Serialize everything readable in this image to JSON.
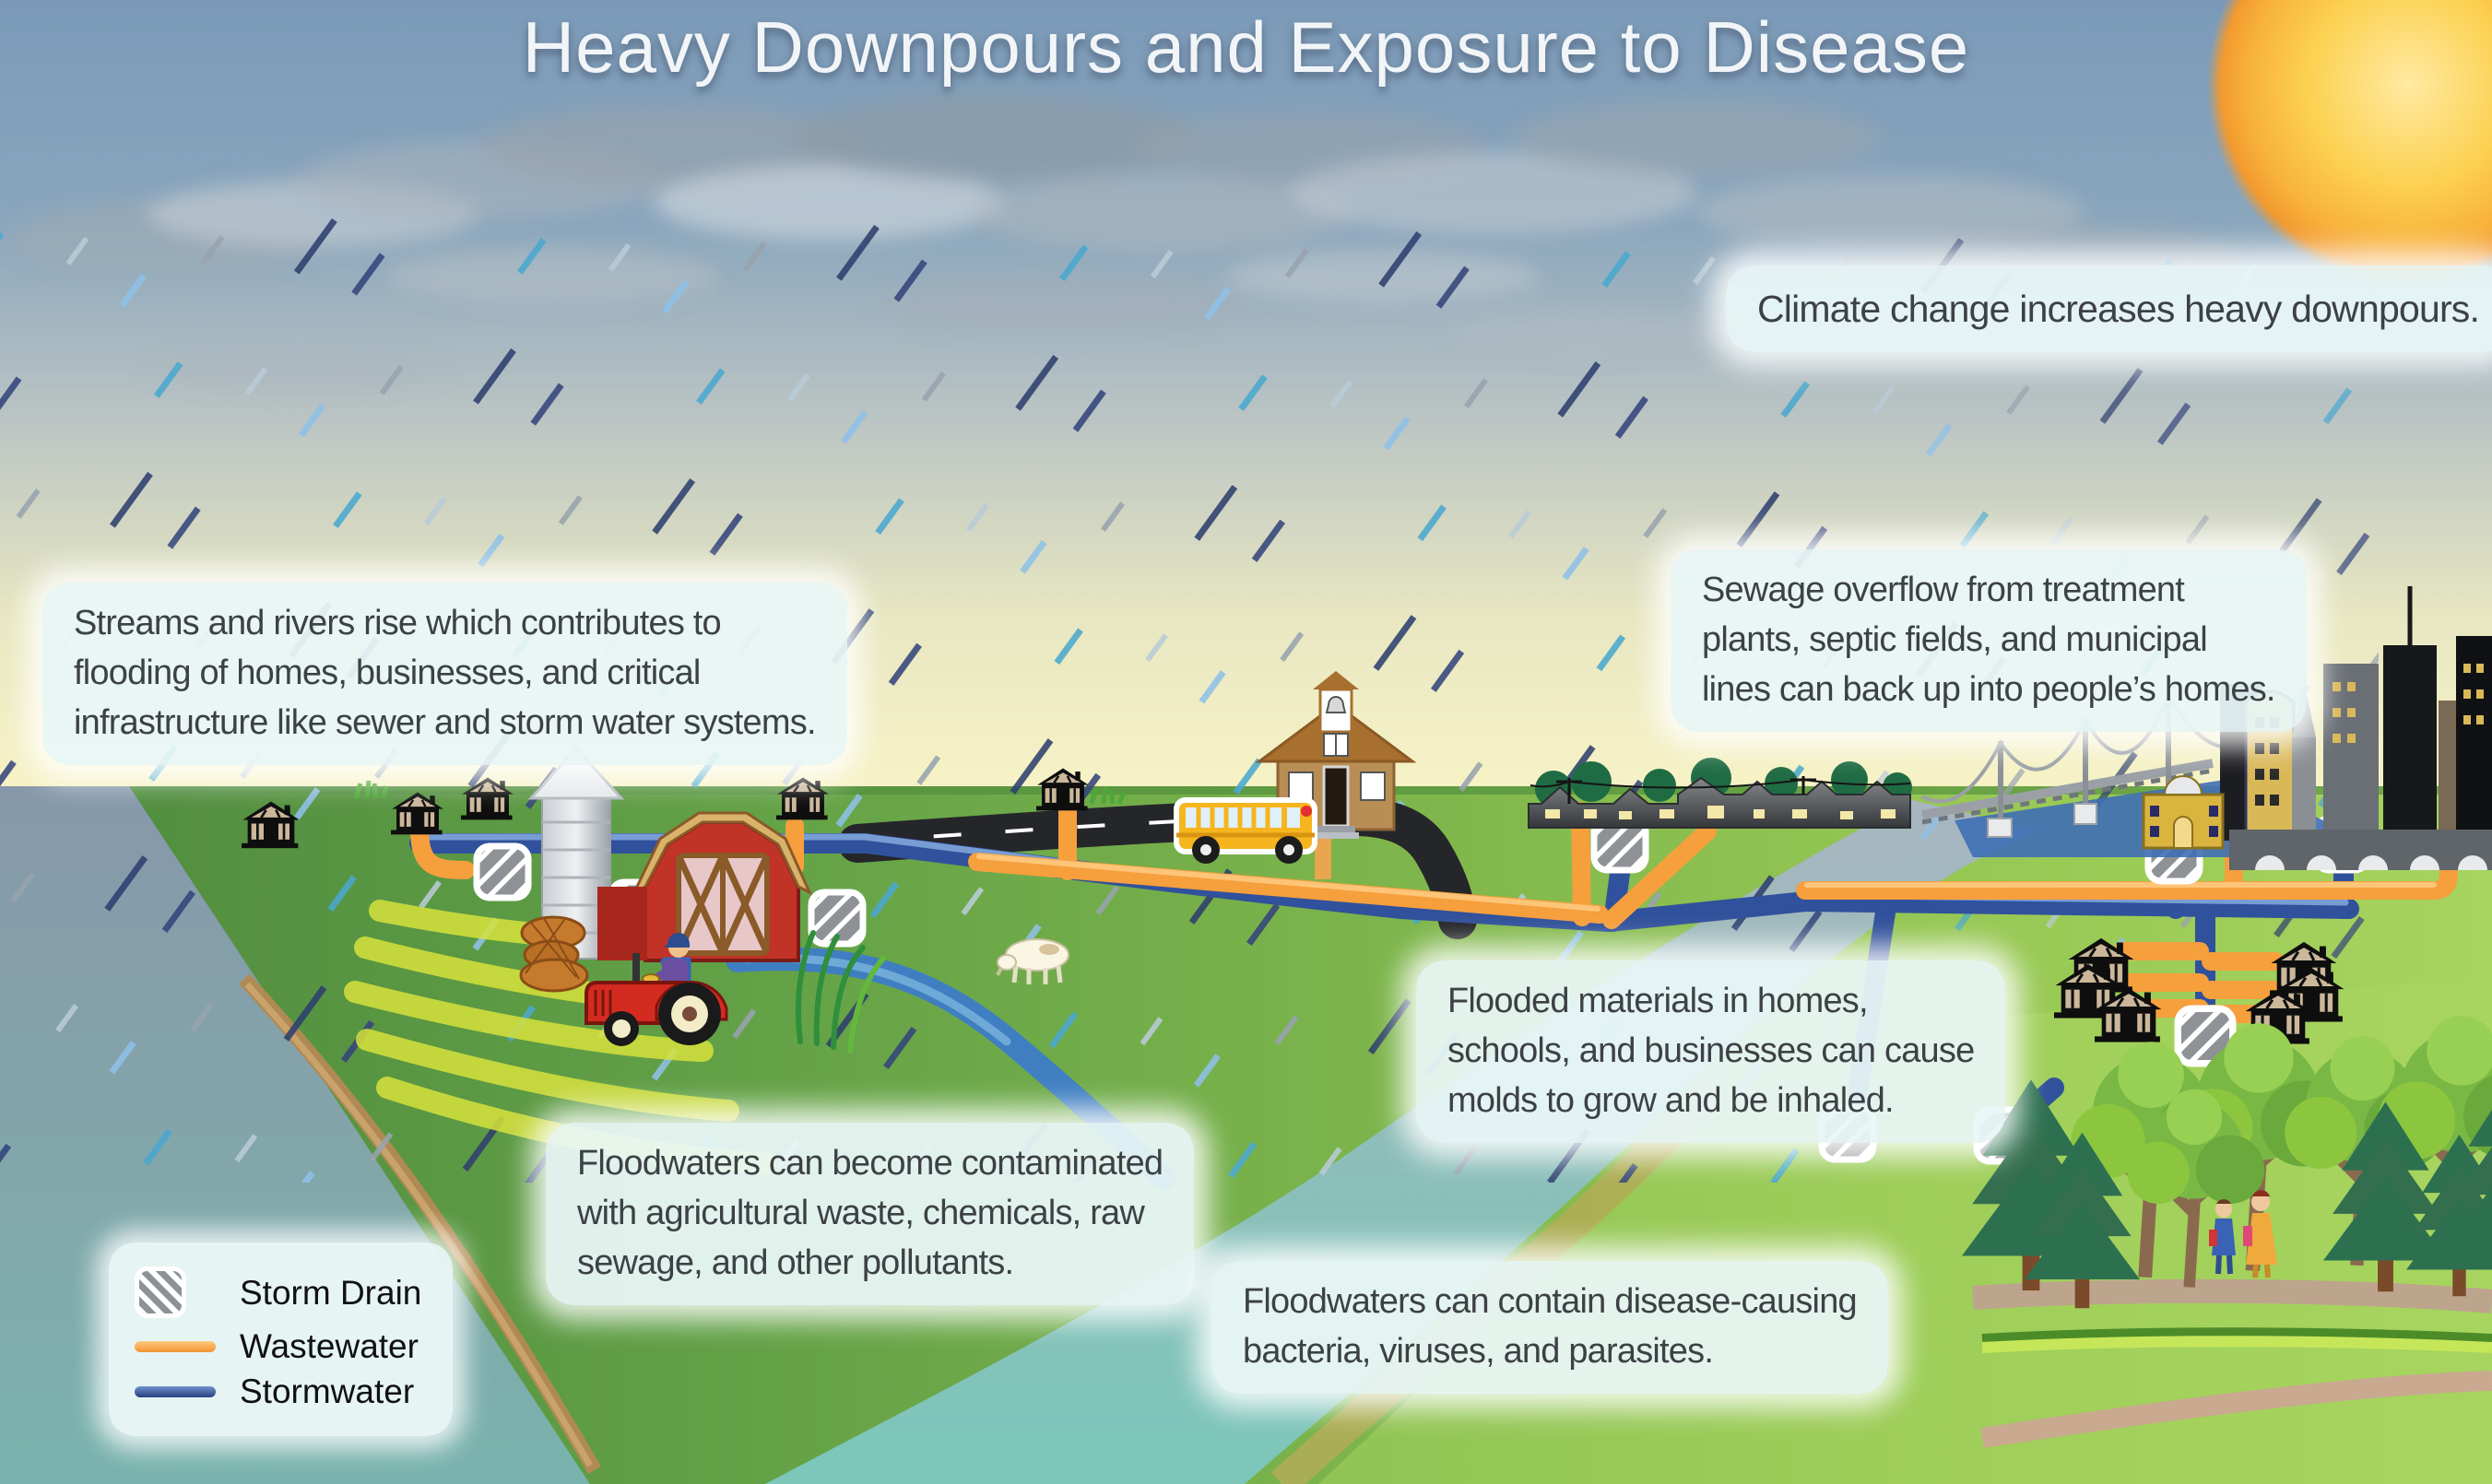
{
  "title": "Heavy Downpours and Exposure to Disease",
  "callouts": {
    "climate": "Climate change increases heavy downpours.",
    "streams": "Streams and rivers rise which contributes to\nflooding of homes, businesses, and critical\ninfrastructure like sewer and storm water systems.",
    "sewage": "Sewage overflow from treatment\nplants, septic fields, and municipal\nlines can back up into people’s homes.",
    "flooded_materials": "Flooded materials in homes,\nschools, and businesses can cause\nmolds to grow and be inhaled.",
    "contaminated": "Floodwaters can become contaminated\nwith agricultural waste, chemicals, raw\nsewage, and other pollutants.",
    "bacteria": "Floodwaters can contain disease-causing\nbacteria, viruses, and parasites."
  },
  "legend": {
    "items": [
      {
        "icon": "storm-drain-icon",
        "label": "Storm Drain",
        "color": "#8e9296"
      },
      {
        "icon": "wastewater-line",
        "label": "Wastewater",
        "color": "#f69f3d"
      },
      {
        "icon": "stormwater-line",
        "label": "Stormwater",
        "color": "#2e4d8e"
      }
    ]
  },
  "colors": {
    "sky_top": "#7b9ab8",
    "horizon": "#f6f2c4",
    "sun": "#fcd151",
    "wastewater_pipe": "#f69f3d",
    "stormwater_pipe": "#30519b",
    "storm_drain": "#8e9296",
    "callout_bg": "#e9f5f6",
    "callout_text": "#3d4145"
  }
}
